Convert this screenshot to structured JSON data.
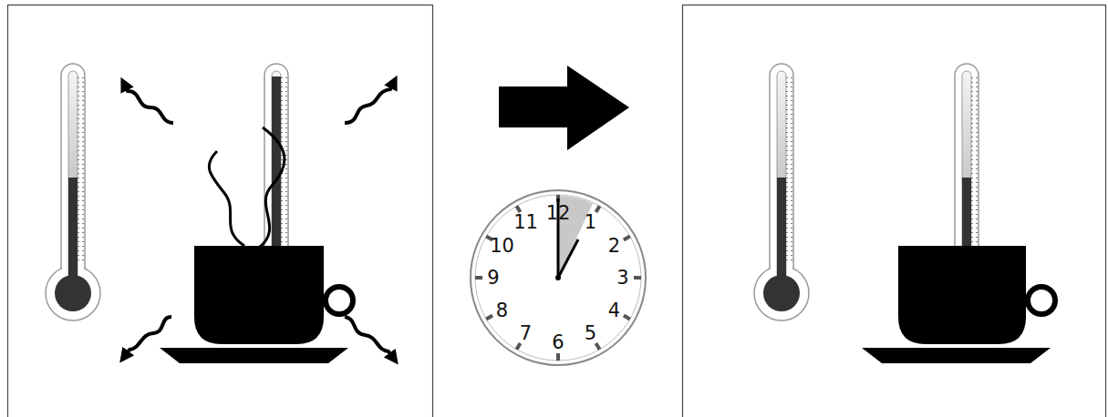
{
  "diagram": {
    "labels": [
      "12",
      "1",
      "2",
      "3",
      "4",
      "5",
      "6",
      "7",
      "8",
      "9",
      "10",
      "11"
    ]
  }
}
